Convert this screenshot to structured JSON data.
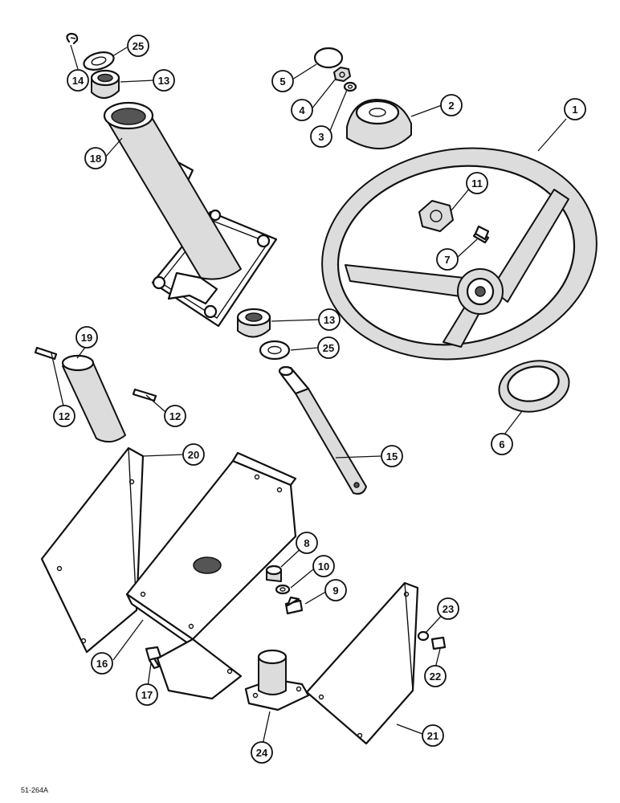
{
  "figure_ref": "51-264A",
  "callouts": [
    {
      "id": "c1",
      "label": "1"
    },
    {
      "id": "c2",
      "label": "2"
    },
    {
      "id": "c3",
      "label": "3"
    },
    {
      "id": "c4",
      "label": "4"
    },
    {
      "id": "c5",
      "label": "5"
    },
    {
      "id": "c6",
      "label": "6"
    },
    {
      "id": "c7",
      "label": "7"
    },
    {
      "id": "c8",
      "label": "8"
    },
    {
      "id": "c9",
      "label": "9"
    },
    {
      "id": "c10",
      "label": "10"
    },
    {
      "id": "c11",
      "label": "11"
    },
    {
      "id": "c12a",
      "label": "12"
    },
    {
      "id": "c12b",
      "label": "12"
    },
    {
      "id": "c13a",
      "label": "13"
    },
    {
      "id": "c13b",
      "label": "13"
    },
    {
      "id": "c14",
      "label": "14"
    },
    {
      "id": "c15",
      "label": "15"
    },
    {
      "id": "c16",
      "label": "16"
    },
    {
      "id": "c17",
      "label": "17"
    },
    {
      "id": "c18",
      "label": "18"
    },
    {
      "id": "c19",
      "label": "19"
    },
    {
      "id": "c20",
      "label": "20"
    },
    {
      "id": "c21",
      "label": "21"
    },
    {
      "id": "c22",
      "label": "22"
    },
    {
      "id": "c23",
      "label": "23"
    },
    {
      "id": "c24",
      "label": "24"
    },
    {
      "id": "c25a",
      "label": "25"
    },
    {
      "id": "c25b",
      "label": "25"
    }
  ]
}
